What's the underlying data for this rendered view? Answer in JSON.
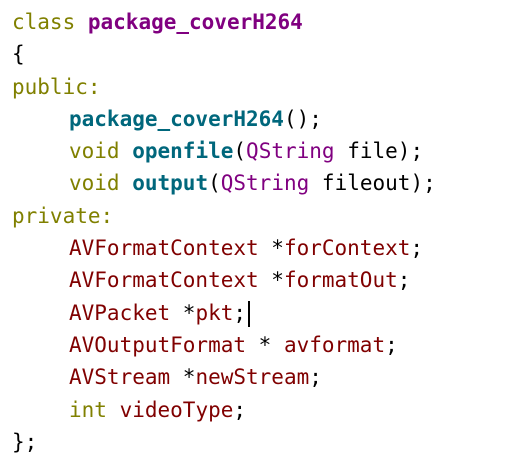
{
  "code": {
    "line1": {
      "kw": "class",
      "name": "package_coverH264"
    },
    "line2": {
      "brace": "{"
    },
    "line3": {
      "access": "public:"
    },
    "line4": {
      "ctor": "package_coverH264",
      "tail": "();"
    },
    "line5": {
      "ret": "void",
      "fn": "openfile",
      "open": "(",
      "ptype": "QString",
      "pname": "file",
      "close": ");"
    },
    "line6": {
      "ret": "void",
      "fn": "output",
      "open": "(",
      "ptype": "QString",
      "pname": "fileout",
      "close": ");"
    },
    "line7": {
      "access": "private:"
    },
    "line8": {
      "type": "AVFormatContext",
      "star": " *",
      "var": "forContext",
      "semi": ";"
    },
    "line9": {
      "type": "AVFormatContext",
      "star": " *",
      "var": "formatOut",
      "semi": ";"
    },
    "line10": {
      "type": "AVPacket",
      "star": " *",
      "var": "pkt",
      "semi": ";"
    },
    "line11": {
      "type": "AVOutputFormat",
      "star": " * ",
      "var": "avformat",
      "semi": ";"
    },
    "line12": {
      "type": "AVStream",
      "star": " *",
      "var": "newStream",
      "semi": ";"
    },
    "line13": {
      "type": "int",
      "var": "videoType",
      "semi": ";"
    },
    "line14": {
      "end": "};"
    }
  }
}
